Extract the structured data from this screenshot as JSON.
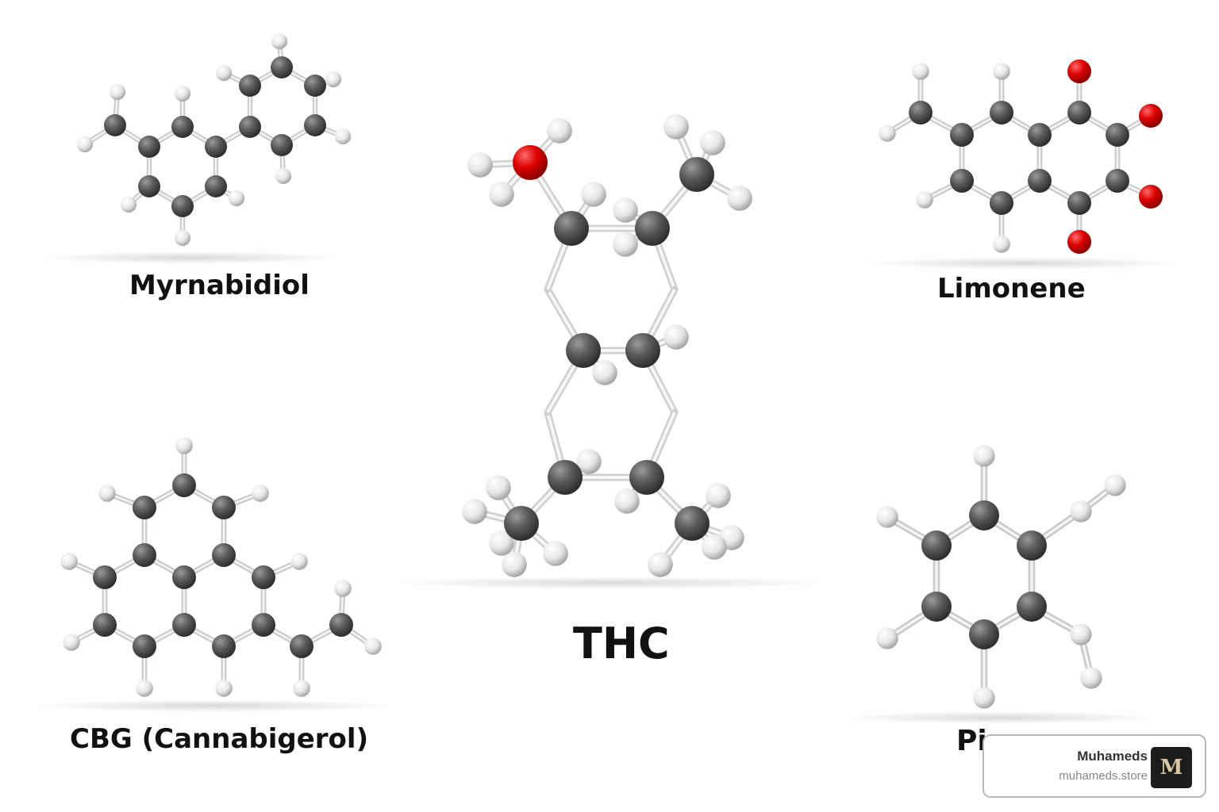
{
  "molecules": [
    {
      "id": "myrnabidiol",
      "label": "Myrnabidiol"
    },
    {
      "id": "thc",
      "label": "THC"
    },
    {
      "id": "limonene",
      "label": "Limonene"
    },
    {
      "id": "cbg",
      "label": "CBG (Cannabigerol)"
    },
    {
      "id": "pinene",
      "label": "Pi"
    }
  ],
  "watermark": {
    "name": "Muhameds",
    "site": "muhameds.store",
    "logo_text": "M"
  },
  "colors": {
    "carbon": "#5a5a5a",
    "hydrogen": "#eeeeee",
    "oxygen": "#d00000",
    "bond": "#cfcfcf"
  }
}
